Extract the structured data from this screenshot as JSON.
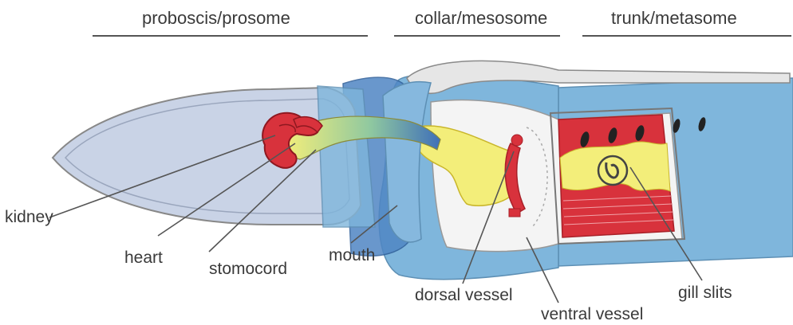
{
  "regions": {
    "proboscis": "proboscis/prosome",
    "collar": "collar/mesosome",
    "trunk": "trunk/metasome"
  },
  "labels": {
    "kidney": "kidney",
    "heart": "heart",
    "stomocord": "stomocord",
    "mouth": "mouth",
    "dorsal_vessel": "dorsal vessel",
    "ventral_vessel": "ventral vessel",
    "gill_slits": "gill slits"
  },
  "colors": {
    "body_blue": "#7fb6dc",
    "proboscis_fill": "#c9d3e6",
    "gut_yellow": "#f3ee7a",
    "organ_red": "#d8323c",
    "interior_white": "#f4f4f4",
    "outline_gray": "#888888"
  }
}
